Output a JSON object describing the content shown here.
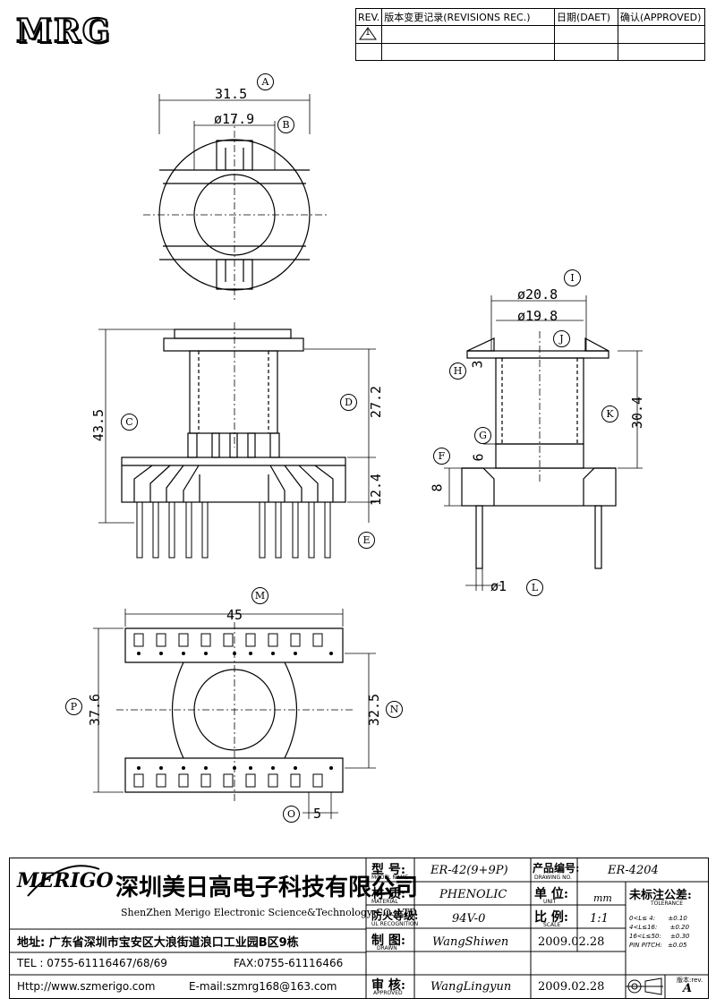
{
  "header": {
    "logo": "MRG",
    "rev_table": {
      "col_rev": "REV.",
      "col_record": "版本变更记录(REVISIONS REC.)",
      "col_date": "日期(DAET)",
      "col_approved": "确认(APPROVED)",
      "row1_rev": "1"
    }
  },
  "dimensions": {
    "A": "A",
    "B": "B",
    "C": "C",
    "D": "D",
    "E": "E",
    "F": "F",
    "G": "G",
    "H": "H",
    "I": "I",
    "J": "J",
    "K": "K",
    "L": "L",
    "M": "M",
    "N": "N",
    "O": "O",
    "P": "P",
    "a_val": "31.5",
    "b_val": "ø17.9",
    "c_val": "43.5",
    "d_val": "27.2",
    "e_val": "12.4",
    "i_val": "ø20.8",
    "j_val": "ø19.8",
    "h_val": "3",
    "k_val": "30.4",
    "g_val": "6",
    "f_val": "8",
    "l_val": "ø1",
    "m_val": "45",
    "p_val": "37.6",
    "n_val": "32.5",
    "o_val": "5"
  },
  "title_block": {
    "company_logo": "MERIGO",
    "company_cn": "深圳美日高电子科技有限公司",
    "company_en": "ShenZhen Merigo Electronic Science&Technology CO.,LTD",
    "address": "地址: 广东省深圳市宝安区大浪街道浪口工业园B区9栋",
    "tel": "TEL : 0755-61116467/68/69",
    "fax": "FAX:0755-61116466",
    "http": "Http://www.szmerigo.com",
    "email": "E-mail:szmrg168@163.com",
    "model_label": "型  号:",
    "model_sub": "MODEL NAME",
    "model_value": "ER-42(9+9P)",
    "drawing_label": "产品编号:",
    "drawing_sub": "DRAWING NO.",
    "drawing_value": "ER-4204",
    "material_label": "材  质:",
    "material_sub": "MATERIAL",
    "material_value": "PHENOLIC",
    "unit_label": "单  位:",
    "unit_sub": "UNIT",
    "unit_value": "mm",
    "ul_label": "防火等级:",
    "ul_sub": "UL RECOGNITION",
    "ul_value": "94V-0",
    "scale_label": "比  例:",
    "scale_sub": "SCALE",
    "scale_value": "1:1",
    "drawn_label": "制  图:",
    "drawn_sub": "DRAWN",
    "drawn_value": "WangShiwen",
    "drawn_date": "2009.02.28",
    "approved_label": "审  核:",
    "approved_sub": "APPROVED",
    "approved_value": "WangLingyun",
    "approved_date": "2009.02.28",
    "tolerance_label": "未标注公差:",
    "tolerance_sub": "TOLERANCE",
    "tol": [
      {
        "range": "0<L≤ 4:",
        "value": "±0.10"
      },
      {
        "range": "4<L≤16:",
        "value": "±0.20"
      },
      {
        "range": "16<L≤50:",
        "value": "±0.30"
      },
      {
        "range": "PIN PITCH:",
        "value": "±0.05"
      }
    ],
    "version_label": "版本:rev.",
    "version_value": "A"
  }
}
